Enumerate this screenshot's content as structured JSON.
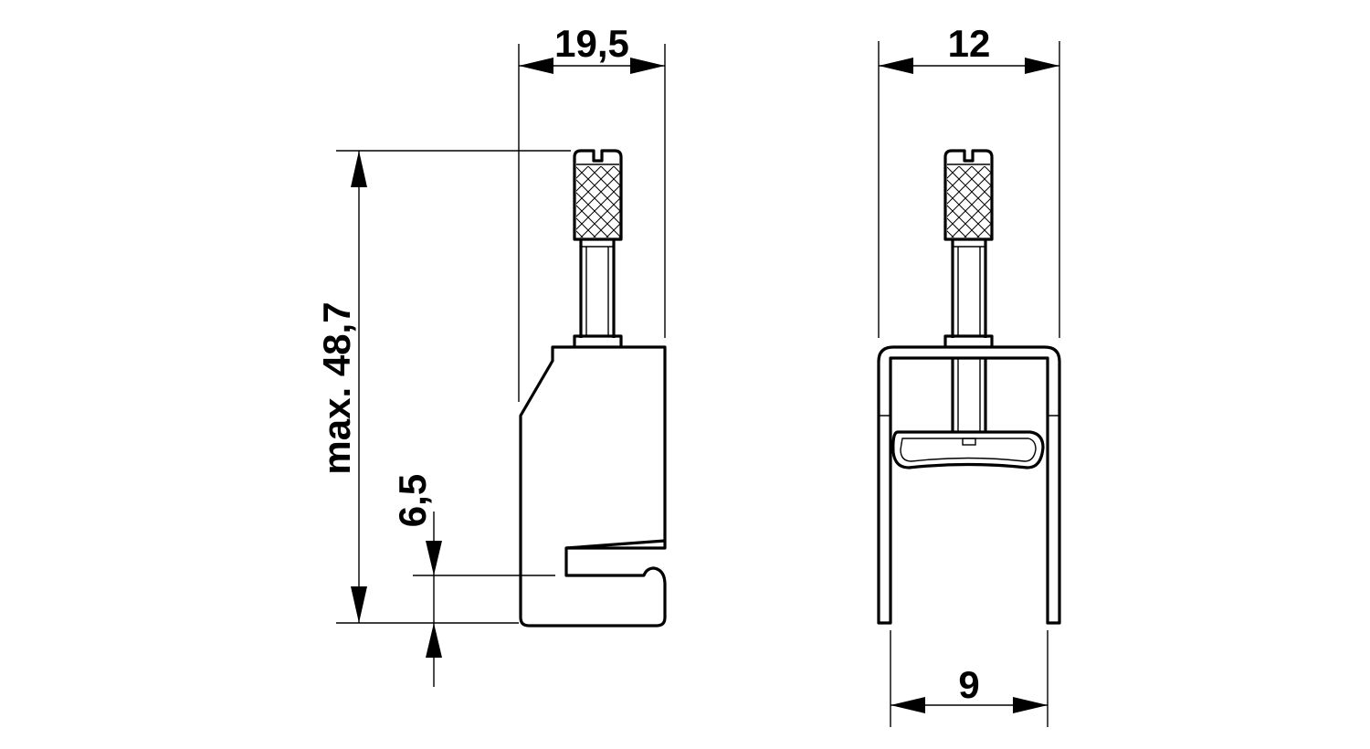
{
  "drawing": {
    "side_view": {
      "width_label": "19,5",
      "height_label": "max. 48,7",
      "slot_label": "6,5"
    },
    "front_view": {
      "width_label": "12",
      "leg_spacing_label": "9"
    },
    "colors": {
      "line": "#000000",
      "background": "#ffffff"
    }
  }
}
